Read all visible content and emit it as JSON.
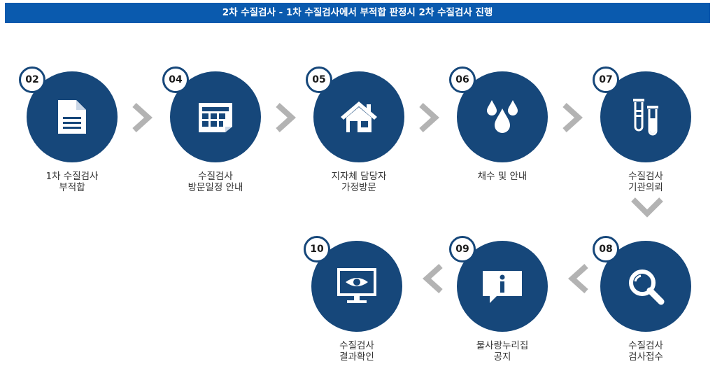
{
  "title": "2차 수질검사 - 1차 수질검사에서 부적합 판정시 2차 수질검사 진행",
  "steps": [
    {
      "number": "02",
      "line1": "1차 수질검사",
      "line2": "부적합",
      "icon": "document-icon"
    },
    {
      "number": "04",
      "line1": "수질검사",
      "line2": "방문일정 안내",
      "icon": "calendar-icon"
    },
    {
      "number": "05",
      "line1": "지자체 담당자",
      "line2": "가정방문",
      "icon": "house-icon"
    },
    {
      "number": "06",
      "line1": "채수 및 안내",
      "line2": "",
      "icon": "water-drops-icon"
    },
    {
      "number": "07",
      "line1": "수질검사",
      "line2": "기관의뢰",
      "icon": "test-tubes-icon"
    },
    {
      "number": "08",
      "line1": "수질검사",
      "line2": "검사접수",
      "icon": "magnifier-icon"
    },
    {
      "number": "09",
      "line1": "물사랑누리집",
      "line2": "공지",
      "icon": "info-bubble-icon"
    },
    {
      "number": "10",
      "line1": "수질검사",
      "line2": "결과확인",
      "icon": "monitor-eye-icon"
    }
  ],
  "colors": {
    "banner": "#0a5aae",
    "circle": "#16477a",
    "arrow": "#b3b3b3"
  }
}
